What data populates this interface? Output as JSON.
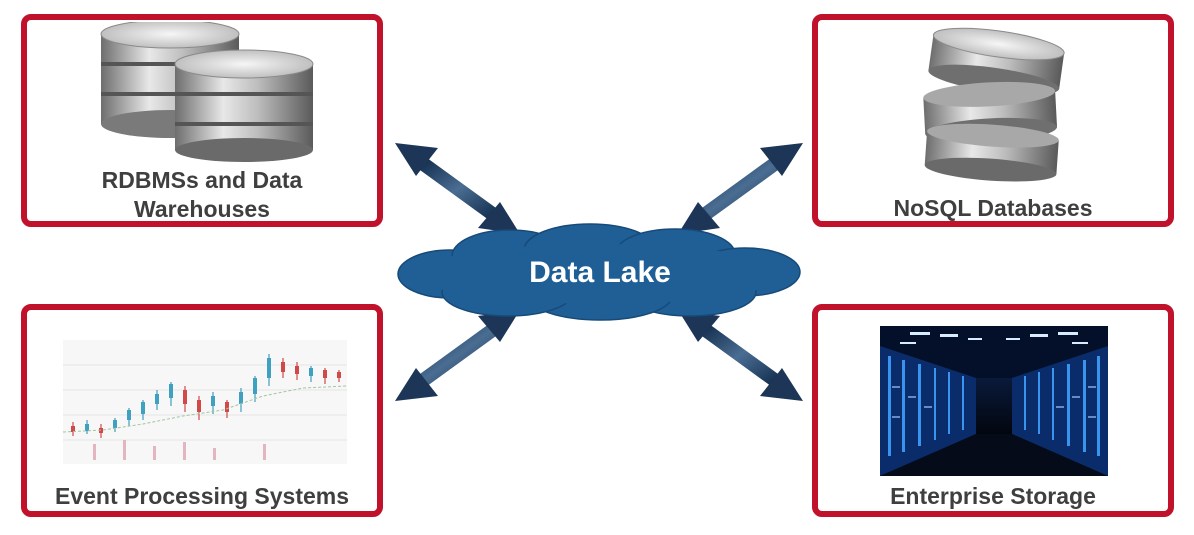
{
  "center": {
    "label": "Data Lake"
  },
  "sources": [
    {
      "line1": "RDBMSs and Data",
      "line2": "Warehouses",
      "icon": "database-cylinders-icon"
    },
    {
      "label": "NoSQL Databases",
      "icon": "tilted-database-stack-icon"
    },
    {
      "label": "Event Processing Systems",
      "icon": "candlestick-chart-icon"
    },
    {
      "label": "Enterprise Storage",
      "icon": "server-room-icon"
    }
  ],
  "colors": {
    "border": "#c0122b",
    "arrow": "#1d3557",
    "cloud": "#1f5f96",
    "label": "#3f3f3f"
  }
}
